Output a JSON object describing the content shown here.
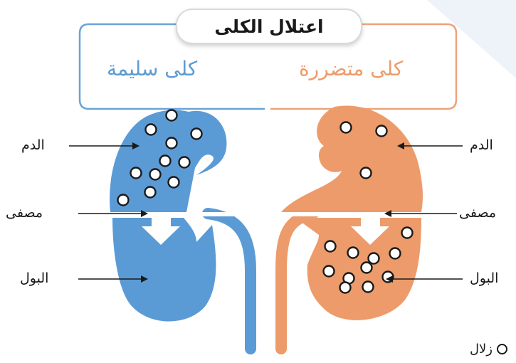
{
  "title": "اعتلال الكلى",
  "healthy": {
    "heading": "كلى سليمة",
    "color": "#5b9bd5",
    "labels": {
      "blood": "الدم",
      "filter": "مصفى",
      "urine": "البول"
    }
  },
  "damaged": {
    "heading": "كلى متضررة",
    "color": "#ed9b6a",
    "labels": {
      "blood": "الدم",
      "filter": "مصفى",
      "urine": "البول"
    }
  },
  "legend": {
    "protein_label": "زلال",
    "icon": "protein-circle-icon"
  },
  "colors": {
    "frame_blue": "#6aa3d8",
    "frame_orange": "#eea27a",
    "text": "#1a1a1a"
  }
}
